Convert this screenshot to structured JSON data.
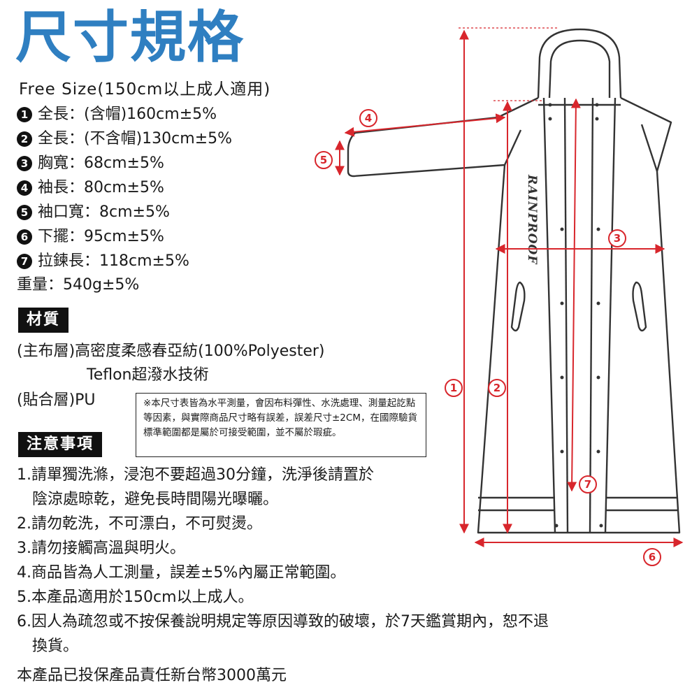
{
  "title": "尺寸規格",
  "subtitle": "Free Size(150cm以上成人適用)",
  "specs": [
    {
      "num": "1",
      "label": "全長：",
      "value": "(含帽)160cm±5%"
    },
    {
      "num": "2",
      "label": "全長：",
      "value": "(不含帽)130cm±5%"
    },
    {
      "num": "3",
      "label": "胸寬：",
      "value": "68cm±5%"
    },
    {
      "num": "4",
      "label": "袖長：",
      "value": "80cm±5%"
    },
    {
      "num": "5",
      "label": "袖口寬：",
      "value": "8cm±5%"
    },
    {
      "num": "6",
      "label": "下擺：",
      "value": "95cm±5%"
    },
    {
      "num": "7",
      "label": "拉鍊長：",
      "value": "118cm±5%"
    }
  ],
  "weight": "重量：540g±5%",
  "material": {
    "heading": "材質",
    "line1": "(主布層)高密度柔感春亞紡(100%Polyester)",
    "line2": "Teflon超潑水技術",
    "line3": "(貼合層)PU"
  },
  "notice": "※本尺寸表皆為水平測量，會因布料彈性、水洗處理、測量起訖點等因素，與實際商品尺寸略有誤差，誤差尺寸±2CM，在國際驗貨標準範圍都是屬於可接受範圍，並不屬於瑕疵。",
  "care": {
    "heading": "注意事項",
    "items": [
      {
        "text": "1.請單獨洗滌，浸泡不要超過30分鐘，洗淨後請置於",
        "cont": "陰涼處晾乾，避免長時間陽光曝曬。"
      },
      {
        "text": "2.請勿乾洗，不可漂白，不可熨燙。",
        "cont": ""
      },
      {
        "text": "3.請勿接觸高溫與明火。",
        "cont": ""
      },
      {
        "text": "4.商品皆為人工測量，誤差±5%內屬正常範圍。",
        "cont": ""
      },
      {
        "text": "5.本產品適用於150cm以上成人。",
        "cont": ""
      },
      {
        "text": "6.因人為疏忽或不按保養說明規定等原因導致的破壞，於7天鑑賞期內，恕不退",
        "cont": "換貨。"
      }
    ]
  },
  "footer": "本產品已投保產品責任新台幣3000萬元",
  "diagram": {
    "brand_text": "RAINPROOF",
    "markers": [
      "1",
      "2",
      "3",
      "4",
      "5",
      "6",
      "7"
    ],
    "colors": {
      "measure": "#d8262c",
      "outline": "#333333",
      "title": "#2f7fc1"
    }
  }
}
